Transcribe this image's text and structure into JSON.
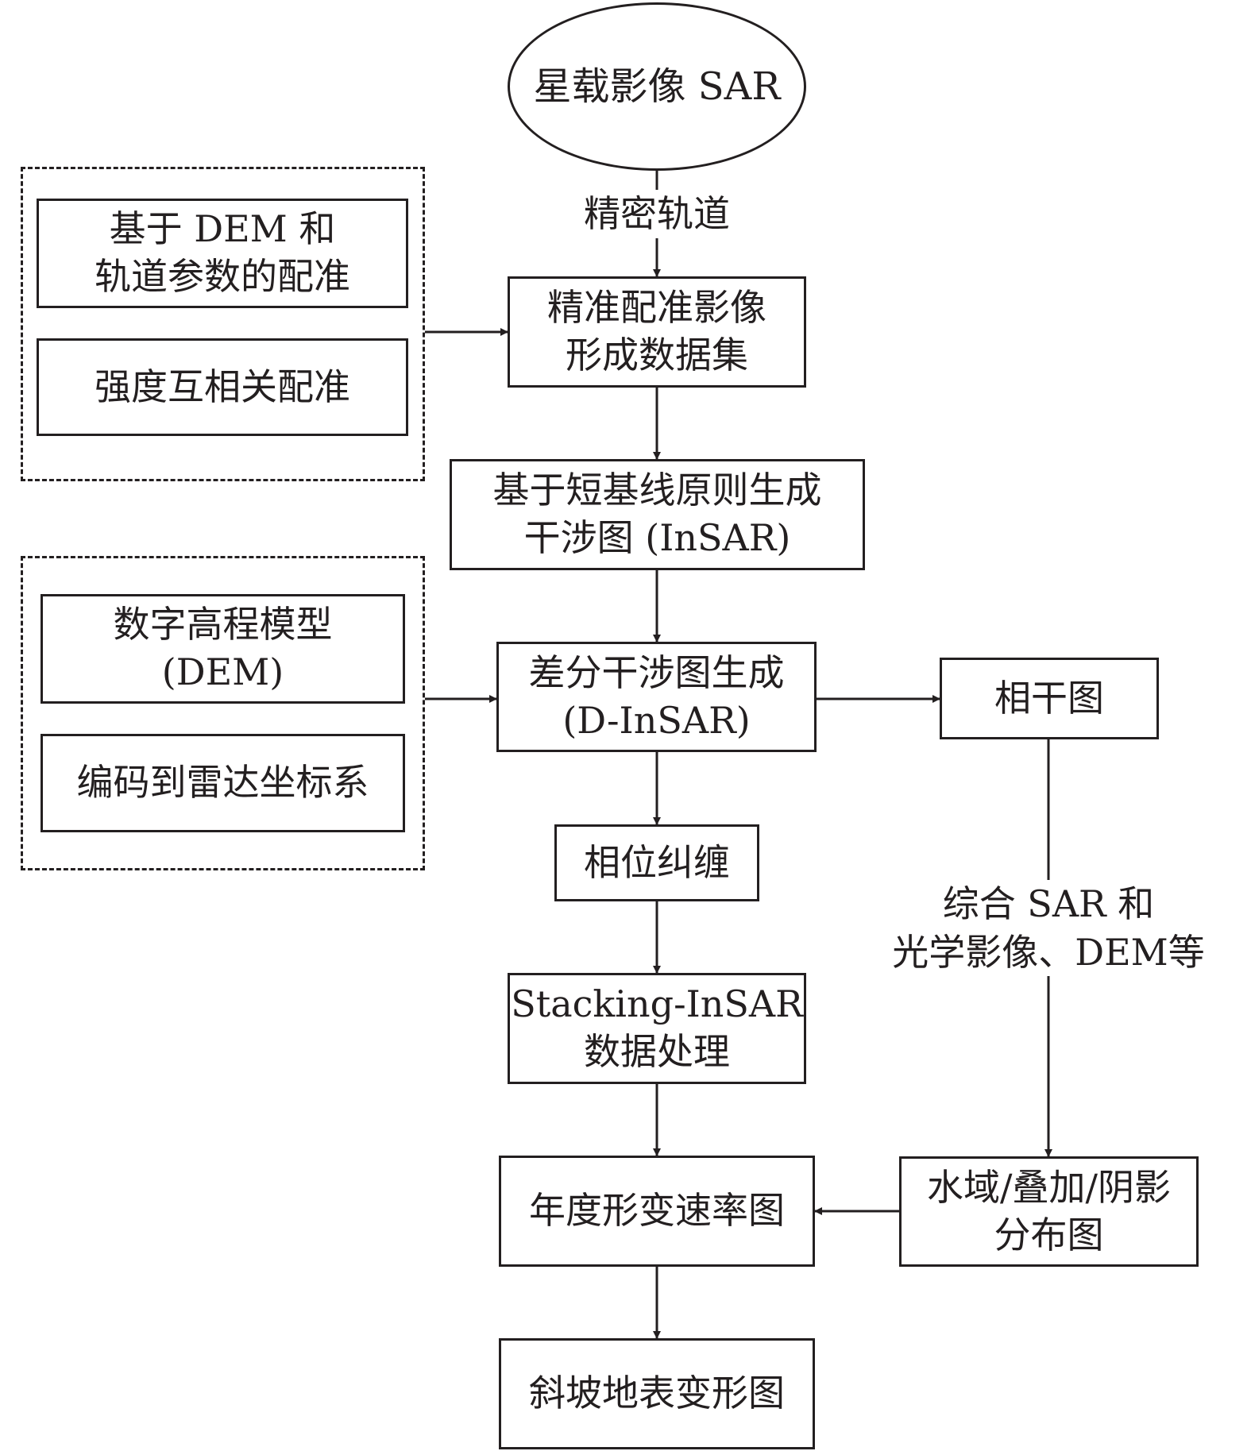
{
  "diagram": {
    "nodes": {
      "sar_imagery": "星载影像 SAR",
      "dem_orbit_registration": [
        "基于 DEM 和",
        "轨道参数的配准"
      ],
      "intensity_correlation": "强度互相关配准",
      "coregistered_dataset": [
        "精准配准影像",
        "形成数据集"
      ],
      "short_baseline_interferogram": [
        "基于短基线原则生成",
        "干涉图 (InSAR)"
      ],
      "dem": [
        "数字高程模型",
        "(DEM)"
      ],
      "radar_coordinates": "编码到雷达坐标系",
      "differential_interferogram": [
        "差分干涉图生成",
        "(D-InSAR)"
      ],
      "coherence_map": "相干图",
      "phase_unwrapping": "相位纠缠",
      "stacking_insar": [
        "Stacking-InSAR",
        "数据处理"
      ],
      "annual_rate_map": "年度形变速率图",
      "mask_map": [
        "水域/叠加/阴影",
        "分布图"
      ],
      "slope_deformation_map": "斜坡地表变形图"
    },
    "edge_labels": {
      "precise_orbit": "精密轨道",
      "combine_sources": [
        "综合 SAR 和",
        "光学影像、DEM等"
      ]
    }
  }
}
